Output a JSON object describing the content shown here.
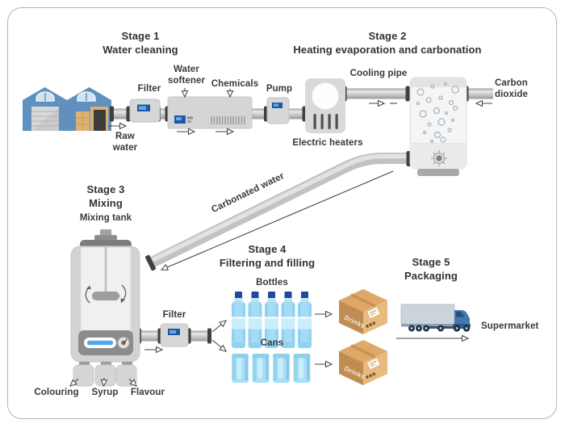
{
  "stages": [
    {
      "title": "Stage 1",
      "subtitle": "Water cleaning"
    },
    {
      "title": "Stage 2",
      "subtitle": "Heating evaporation and carbonation"
    },
    {
      "title": "Stage 3",
      "subtitle": "Mixing"
    },
    {
      "title": "Stage 4",
      "subtitle": "Filtering and filling"
    },
    {
      "title": "Stage 5",
      "subtitle": "Packaging"
    }
  ],
  "labels": {
    "raw_water": "Raw\nwater",
    "filter_1": "Filter",
    "water_softener": "Water\nsoftener",
    "chemicals": "Chemicals",
    "pump": "Pump",
    "electric_heaters": "Electric heaters",
    "cooling_pipe": "Cooling pipe",
    "carbon_dioxide": "Carbon\ndioxide",
    "carbonated_water": "Carbonated water",
    "mixing_tank": "Mixing tank",
    "colouring": "Colouring",
    "syrup": "Syrup",
    "flavour": "Flavour",
    "filter_2": "Filter",
    "bottles": "Bottles",
    "cans": "Cans",
    "supermarket": "Supermarket",
    "drinks_box": "Drinks"
  },
  "colors": {
    "text": "#323232",
    "factory_blue": "#6090bd",
    "machine_gray": "#d6d6d6",
    "display_blue": "#1e56a8",
    "bottle_body_blue": "#a5dcf5",
    "bottle_cap_blue": "#1c4a9c",
    "can_blue": "#abdff7",
    "cardboard_tan": "#dfa768",
    "truck_cab_blue": "#4478ad",
    "frame_gray": "#b5b5b5"
  }
}
